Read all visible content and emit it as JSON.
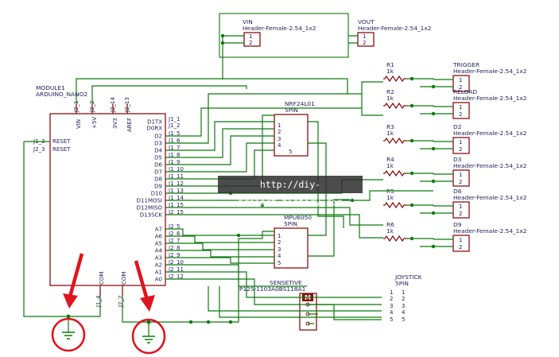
{
  "module": {
    "ref": "MODULE1",
    "value": "ARDUINO_NANO2",
    "top_pins": [
      "VIN",
      "+5V",
      "3V3",
      "AREF"
    ],
    "top_pin_ids": [
      "J2_1",
      "J2_2",
      "J2_14",
      "J2_13"
    ],
    "left_pins": [
      "RESET",
      "RESET"
    ],
    "left_pin_ids": [
      "J1_3",
      "J2_3"
    ],
    "right_pins": [
      "D1TX",
      "D0RX",
      "D2",
      "D3",
      "D4",
      "D5",
      "D6",
      "D7",
      "D8",
      "D9",
      "D10",
      "D11MOSI",
      "D12MISO",
      "D13SCK",
      "A7",
      "A6",
      "A5",
      "A4",
      "A3",
      "A2",
      "A1",
      "A0"
    ],
    "right_pin_ids": [
      "J1_1",
      "J1_2",
      "J1_5",
      "J1_6",
      "J1_7",
      "J1_8",
      "J1_9",
      "J1_10",
      "J1_11",
      "J1_12",
      "J1_13",
      "J1_14",
      "J1_15",
      "J2_15",
      "J2_5",
      "J2_6",
      "J2_7",
      "J2_8",
      "J2_9",
      "J2_10",
      "J2_11",
      "J2_12"
    ],
    "bottom_pins": [
      "COM",
      "COM"
    ],
    "bottom_pin_ids": [
      "J1_4",
      "J2_2"
    ]
  },
  "headers": [
    {
      "ref": "VIN",
      "value": "Header-Female-2.54_1x2"
    },
    {
      "ref": "VOUT",
      "value": "Header-Female-2.54_1x2"
    },
    {
      "ref": "TRIGGER",
      "value": "Header-Female-2.54_1x2"
    },
    {
      "ref": "RELOAD",
      "value": "Header-Female-2.54_1x2"
    },
    {
      "ref": "D2",
      "value": "Header-Female-2.54_1x2"
    },
    {
      "ref": "D3",
      "value": "Header-Female-2.54_1x2"
    },
    {
      "ref": "D6",
      "value": "Header-Female-2.54_1x2"
    },
    {
      "ref": "D9",
      "value": "Header-Female-2.54_1x2"
    }
  ],
  "header_pin_numbers": [
    "1",
    "2"
  ],
  "resistors": [
    {
      "ref": "R1",
      "value": "1k"
    },
    {
      "ref": "R2",
      "value": "1k"
    },
    {
      "ref": "R3",
      "value": "1k"
    },
    {
      "ref": "R4",
      "value": "1k"
    },
    {
      "ref": "R5",
      "value": "1k"
    },
    {
      "ref": "R6",
      "value": "1k"
    }
  ],
  "nrf": {
    "ref": "NRF24L01",
    "value": "5PIN",
    "pins": [
      "1",
      "2",
      "3",
      "4",
      "5"
    ]
  },
  "mpu": {
    "ref": "MPU6050",
    "value": "5PIN",
    "pins": [
      "1",
      "2",
      "3",
      "4",
      "5"
    ]
  },
  "joystick": {
    "ref": "JOYSTICK",
    "value": "5PIN",
    "pins": [
      "1",
      "2",
      "3",
      "4",
      "5"
    ]
  },
  "switch": {
    "ref": "SENSETIVE",
    "value": "P125-1103A0BS118A1",
    "marker": "M",
    "pins": [
      "1",
      "2",
      "3",
      "4",
      "5"
    ]
  },
  "watermark": "http://diy-project.tistory.com",
  "colors": {
    "wire": "#0b7a0b",
    "component": "#8b1010",
    "text": "#23235a",
    "annotation": "#e0141e"
  }
}
